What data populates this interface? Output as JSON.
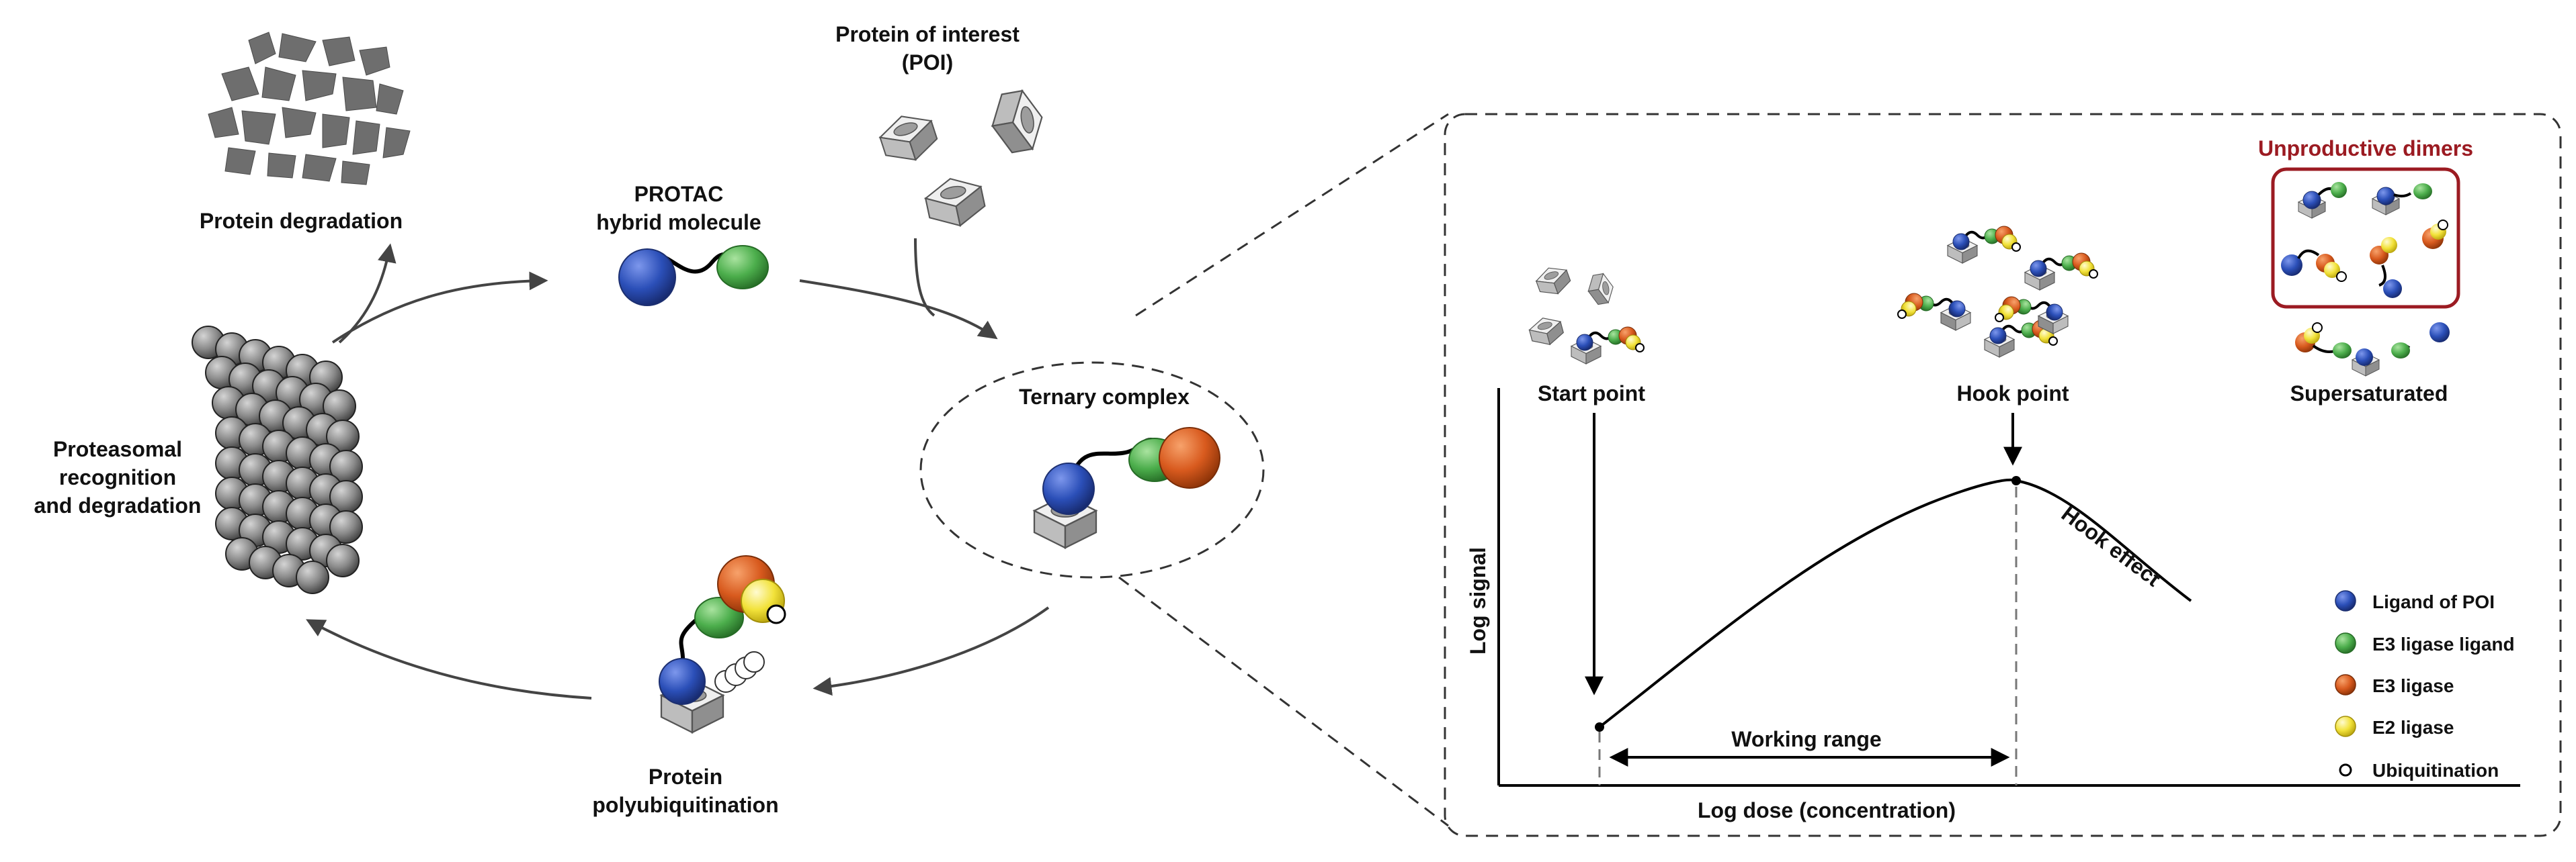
{
  "labels": {
    "protein_degradation": "Protein degradation",
    "poi_line1": "Protein of interest",
    "poi_line2": "(POI)",
    "protac_line1": "PROTAC",
    "protac_line2": "hybrid molecule",
    "ternary_complex": "Ternary complex",
    "proteasomal_line1": "Proteasomal",
    "proteasomal_line2": "recognition",
    "proteasomal_line3": "and degradation",
    "polyubi_line1": "Protein",
    "polyubi_line2": "polyubiquitination"
  },
  "chart": {
    "start_point": "Start point",
    "hook_point": "Hook point",
    "supersaturated": "Supersaturated",
    "unproductive_dimers": "Unproductive dimers",
    "hook_effect": "Hook effect",
    "working_range": "Working range",
    "ylabel": "Log signal",
    "xlabel": "Log dose (concentration)"
  },
  "legend": [
    {
      "label": "Ligand of POI",
      "color": "#2b4fb8"
    },
    {
      "label": "E3 ligase ligand",
      "color": "#4cae4c"
    },
    {
      "label": "E3 ligase",
      "color": "#d85a1e"
    },
    {
      "label": "E2 ligase",
      "color": "#f2e23a"
    },
    {
      "label": "Ubiquitination",
      "color": "#ffffff"
    }
  ],
  "colors": {
    "blue": "#2b4fb8",
    "green": "#4cae4c",
    "orange": "#d85a1e",
    "yellow": "#f2e23a",
    "dimer_box": "#9b1b22"
  }
}
